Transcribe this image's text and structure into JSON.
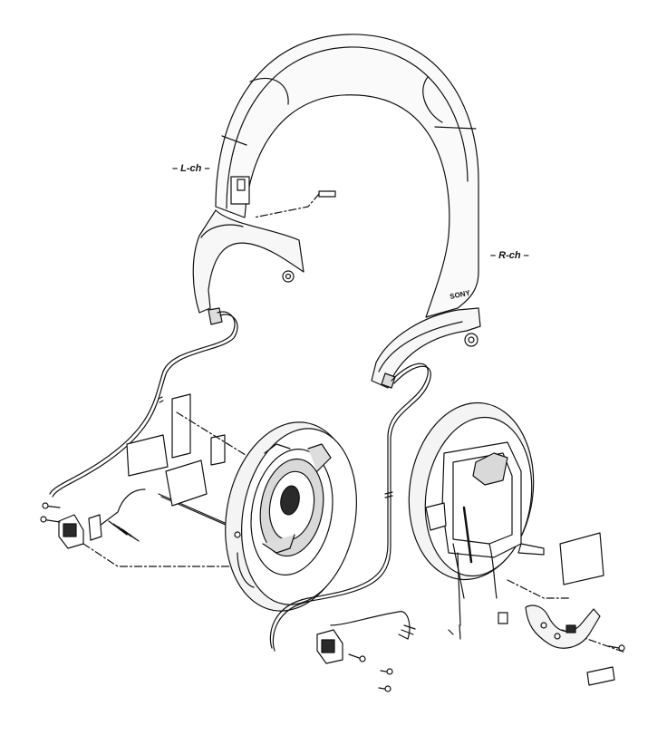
{
  "labels": {
    "left_channel": "– L-ch –",
    "right_channel": "– R-ch –",
    "brand": "SONY"
  },
  "colors": {
    "ink": "#111111",
    "paper": "#ffffff",
    "fill_light": "#f4f4f4",
    "fill_mid": "#d9d9d9",
    "fill_dark": "#2a2a2a"
  }
}
